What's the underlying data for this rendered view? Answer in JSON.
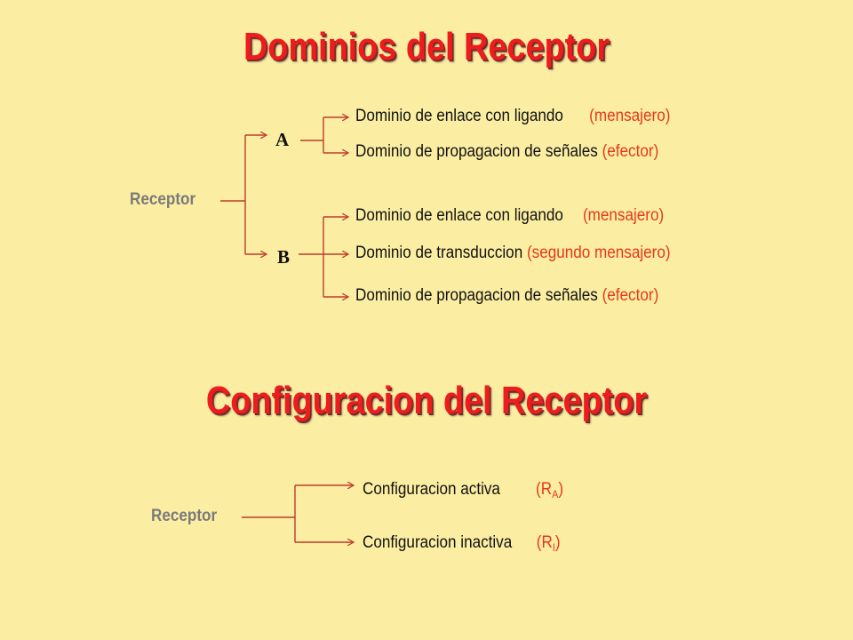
{
  "titles": {
    "dominios": "Dominios del Receptor",
    "configuracion": "Configuracion del Receptor"
  },
  "dominios": {
    "root": "Receptor",
    "a": {
      "letter": "A",
      "items": [
        {
          "text": "Dominio de enlace con ligando",
          "paren": "(mensajero)"
        },
        {
          "text": "Dominio de propagacion de señales",
          "paren": "(efector)"
        }
      ]
    },
    "b": {
      "letter": "B",
      "items": [
        {
          "text": "Dominio de enlace con ligando",
          "paren": "(mensajero)"
        },
        {
          "text": "Dominio de transduccion",
          "paren": "(segundo mensajero)"
        },
        {
          "text": "Dominio de propagacion de señales",
          "paren": "(efector)"
        }
      ]
    }
  },
  "configuracion": {
    "root": "Receptor",
    "items": [
      {
        "text": "Configuracion activa",
        "paren_open": "(R",
        "sub": "A",
        "paren_close": ")"
      },
      {
        "text": "Configuracion inactiva",
        "paren_open": "(R",
        "sub": "I",
        "paren_close": ")"
      }
    ]
  },
  "colors": {
    "background": "#fbeea3",
    "title": "#ee1c1c",
    "accent": "#e8371a",
    "root_label": "#7a7a7a"
  }
}
